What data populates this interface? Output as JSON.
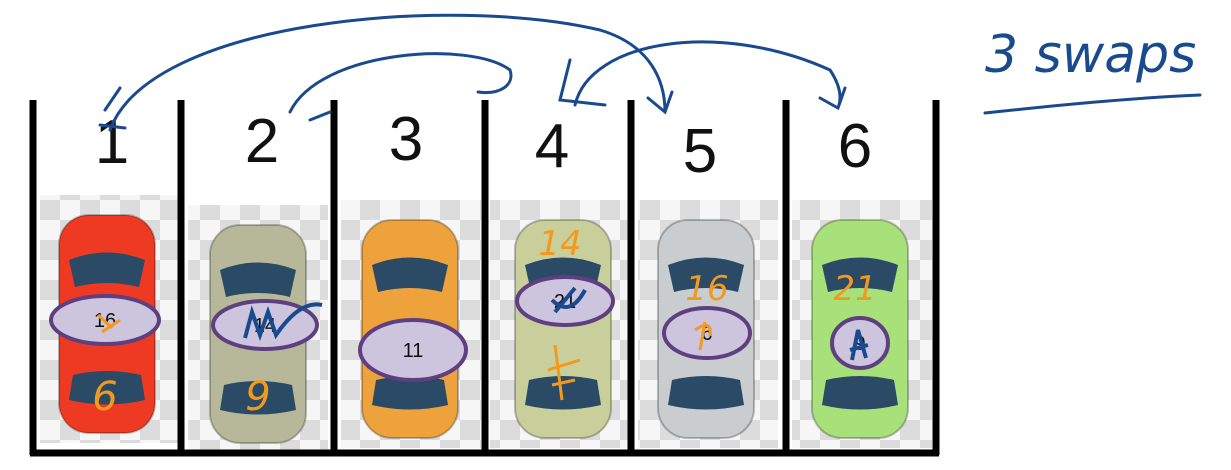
{
  "note": "3 swaps",
  "colors": {
    "ink_blue": "#1a4a8e",
    "ink_orange": "#f39a1e",
    "ellipse_fill": "#cdc4de",
    "ellipse_stroke": "#5e3f7f"
  },
  "slots": [
    {
      "number": "1",
      "car_value": "16",
      "car_color": "#ee3a22",
      "hand_top": "",
      "hand_bottom": "6"
    },
    {
      "number": "2",
      "car_value": "14",
      "car_color": "#b7b89a",
      "hand_top": "",
      "hand_bottom": "9"
    },
    {
      "number": "3",
      "car_value": "11",
      "car_color": "#eea23c",
      "hand_top": "",
      "hand_bottom": ""
    },
    {
      "number": "4",
      "car_value": "21",
      "car_color": "#c9cf9a",
      "hand_top": "14",
      "hand_bottom": ""
    },
    {
      "number": "5",
      "car_value": "6",
      "car_color": "#c9cdd0",
      "hand_top": "16",
      "hand_bottom": ""
    },
    {
      "number": "6",
      "car_value": "9",
      "car_color": "#a8e07a",
      "hand_top": "21",
      "hand_bottom": ""
    }
  ]
}
